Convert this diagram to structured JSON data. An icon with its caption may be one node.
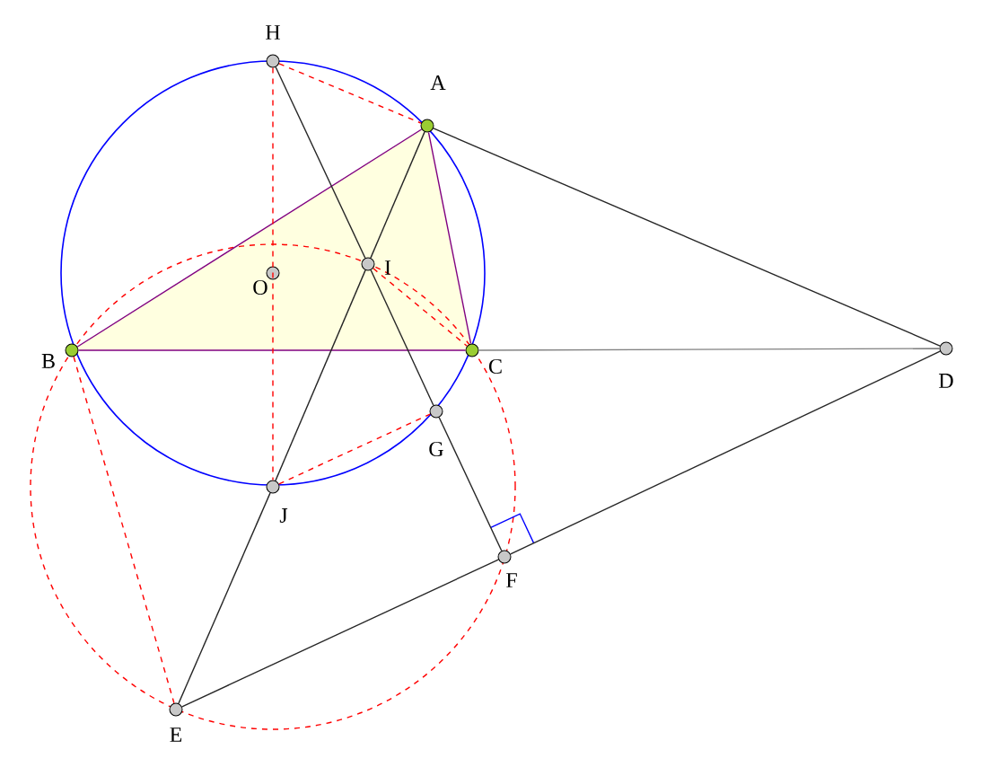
{
  "diagram": {
    "nodes": [
      {
        "text": [],
        "shape": "circle",
        "beside": [
          "H"
        ]
      },
      {
        "text": [],
        "shape": "circle",
        "beside": [
          "A"
        ]
      },
      {
        "text": [],
        "shape": "circle",
        "beside": [
          "O"
        ]
      },
      {
        "text": [],
        "shape": "circle",
        "beside": [
          "I"
        ]
      },
      {
        "text": [],
        "shape": "circle",
        "beside": [
          "B"
        ]
      },
      {
        "text": [],
        "shape": "circle",
        "beside": [
          "C"
        ]
      },
      {
        "text": [],
        "shape": "circle",
        "beside": [
          "D"
        ]
      },
      {
        "text": [],
        "shape": "circle",
        "beside": [
          "G"
        ]
      },
      {
        "text": [],
        "shape": "circle",
        "beside": [
          "J"
        ]
      },
      {
        "text": [],
        "shape": "circle",
        "beside": [
          "F"
        ]
      },
      {
        "text": [],
        "shape": "circle",
        "beside": [
          "E"
        ]
      }
    ],
    "edges": [
      {
        "from": 1,
        "to": 4,
        "arrow": "none",
        "color": "#800080"
      },
      {
        "from": 1,
        "to": 5,
        "arrow": "none",
        "color": "#800080"
      },
      {
        "from": 4,
        "to": 5,
        "arrow": "none",
        "color": "#800080"
      },
      {
        "from": 5,
        "to": 6,
        "arrow": "none",
        "color": "#808080"
      },
      {
        "from": 1,
        "to": 6,
        "arrow": "none"
      },
      {
        "from": 1,
        "to": 3,
        "arrow": "none"
      },
      {
        "from": 3,
        "to": 8,
        "arrow": "none"
      },
      {
        "from": 8,
        "to": 10,
        "arrow": "none"
      },
      {
        "from": 0,
        "to": 3,
        "arrow": "none"
      },
      {
        "from": 3,
        "to": 7,
        "arrow": "none"
      },
      {
        "from": 7,
        "to": 9,
        "arrow": "none"
      },
      {
        "from": 10,
        "to": 9,
        "arrow": "none"
      },
      {
        "from": 9,
        "to": 6,
        "arrow": "none"
      },
      {
        "from": 0,
        "to": 1,
        "arrow": "none",
        "style": "dashed",
        "color": "#ff0000"
      },
      {
        "from": 0,
        "to": 8,
        "arrow": "none",
        "style": "dashed",
        "color": "#ff0000"
      },
      {
        "from": 8,
        "to": 7,
        "arrow": "none",
        "style": "dashed",
        "color": "#ff0000"
      },
      {
        "from": 4,
        "to": 10,
        "arrow": "none",
        "style": "dashed",
        "color": "#ff0000"
      },
      {
        "from": 3,
        "to": 5,
        "arrow": "none",
        "style": "dashed",
        "color": "#ff0000"
      }
    ]
  }
}
